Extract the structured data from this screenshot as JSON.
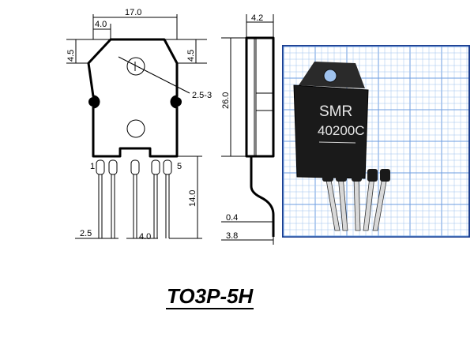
{
  "dimensions": {
    "width": "17.0",
    "tab_width": "4.0",
    "thickness": "4.2",
    "top_left_h": "4.5",
    "top_right_h": "4.5",
    "hole_dia": "2.5-3",
    "body_height": "26.0",
    "lead_length": "14.0",
    "lead_thickness": "0.4",
    "lead_offset": "3.8",
    "pitch_small": "2.5",
    "pitch_big": "4.0"
  },
  "pins": {
    "first": "1",
    "last": "5"
  },
  "chip": {
    "line1": "SMR",
    "line2": "40200C"
  },
  "package_title": "TO3P-5H",
  "colors": {
    "grid": "#9fc2ee",
    "frame": "#1b3d8f",
    "chip_body": "#1a1a1a"
  }
}
